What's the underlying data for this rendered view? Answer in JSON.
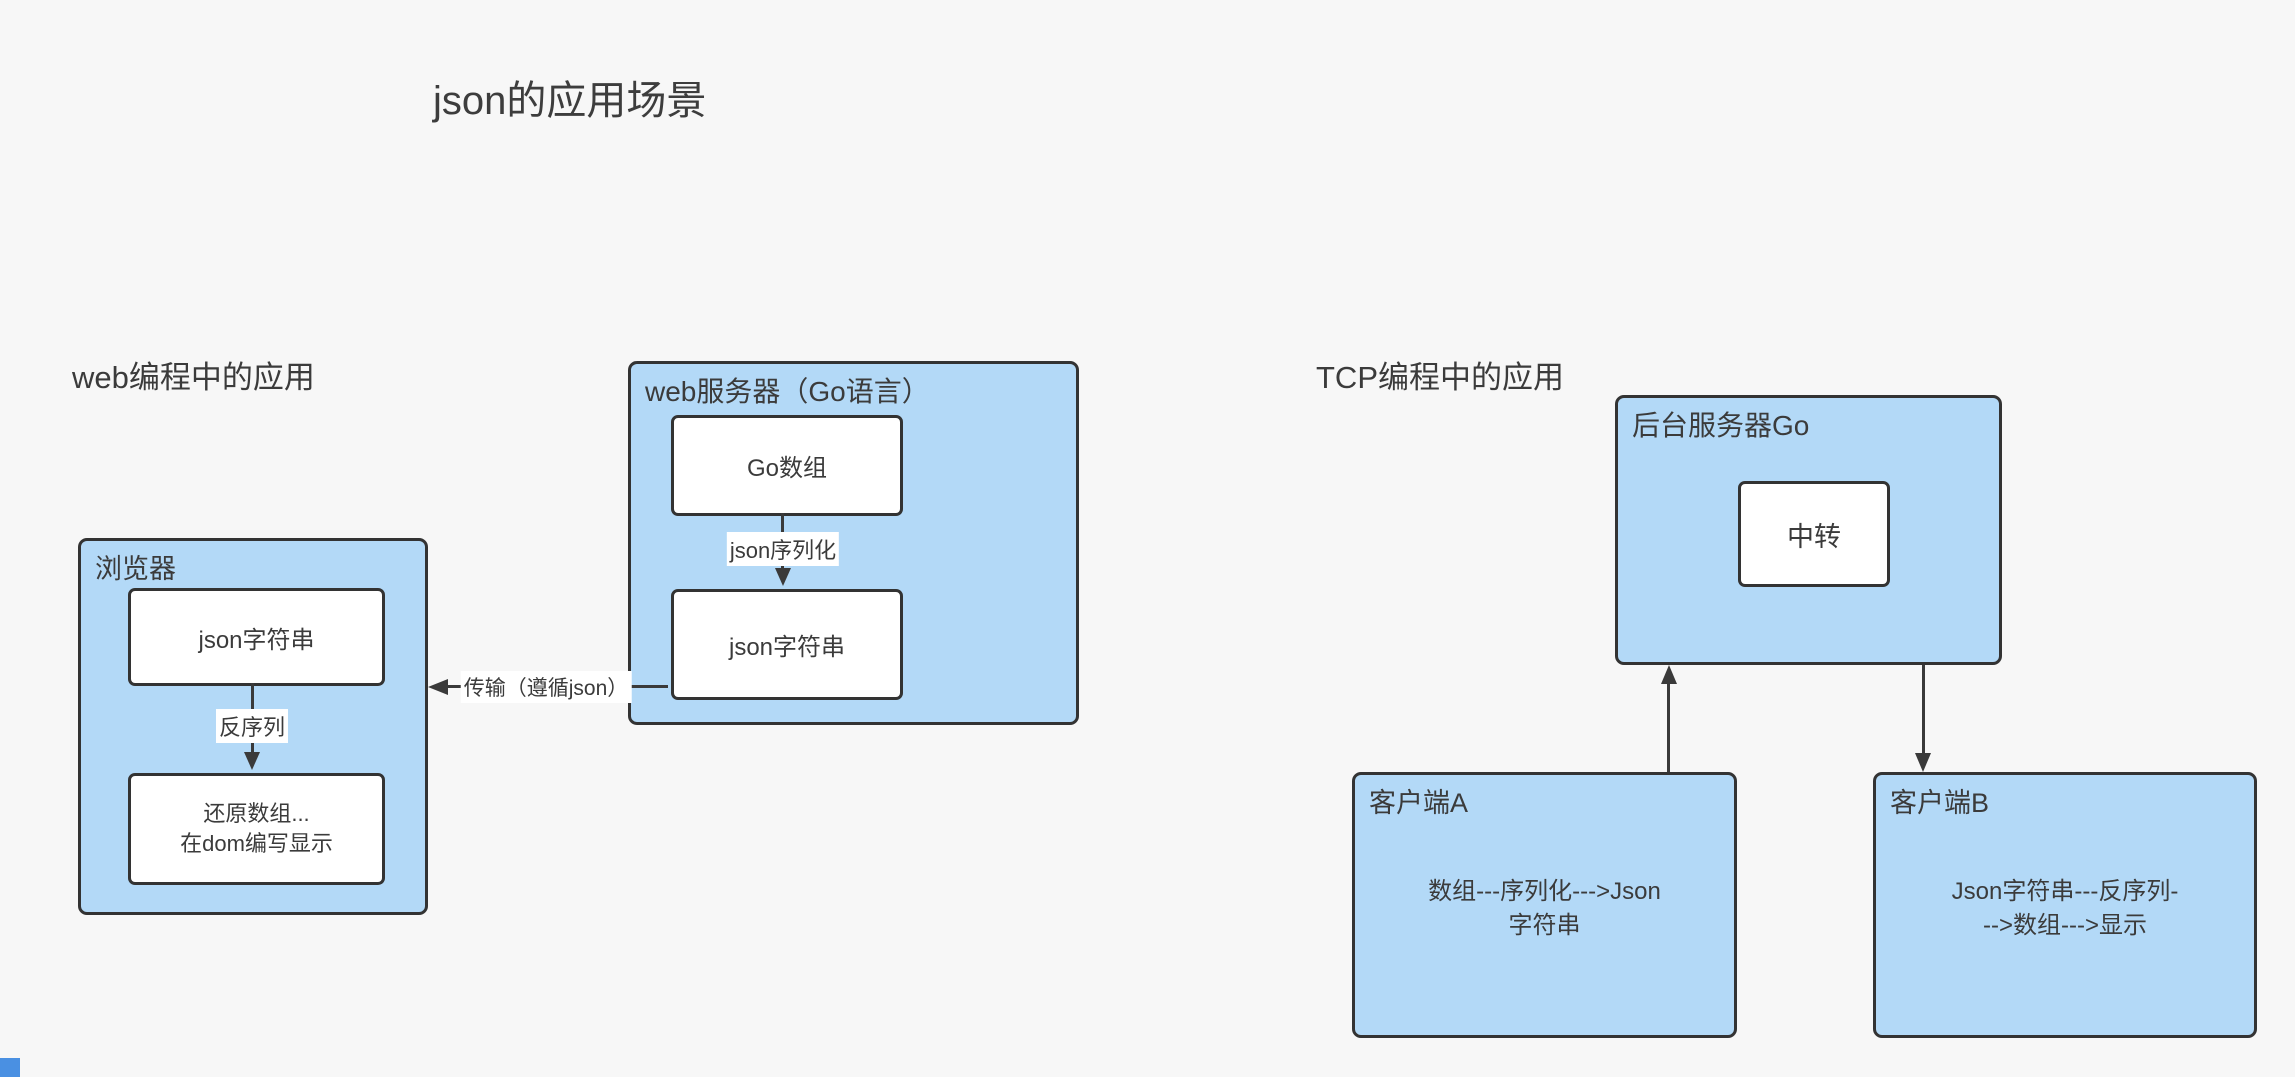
{
  "page": {
    "title": "json的应用场景"
  },
  "colors": {
    "canvas_background": "#f7f7f7",
    "container_fill": "#b3d9f7",
    "container_border": "#333333",
    "node_fill": "#ffffff",
    "connector": "#3a3a3a",
    "text": "#3b3b3b",
    "corner_square": "#4a90e2"
  },
  "sections": {
    "web": {
      "label": "web编程中的应用",
      "browser": {
        "title": "浏览器",
        "json_string_label": "json字符串",
        "arrow_label": "反序列",
        "restore_line1": "还原数组...",
        "restore_line2": "在dom编写显示"
      },
      "server": {
        "title": "web服务器（Go语言）",
        "go_array_label": "Go数组",
        "arrow_label": "json序列化",
        "json_string_label": "json字符串"
      },
      "transfer_label": "传输（遵循json）"
    },
    "tcp": {
      "label": "TCP编程中的应用",
      "server": {
        "title": "后台服务器Go",
        "relay_label": "中转"
      },
      "client_a": {
        "title": "客户端A",
        "body_line1": "数组---序列化--->Json",
        "body_line2": "字符串"
      },
      "client_b": {
        "title": "客户端B",
        "body_line1": "Json字符串---反序列-",
        "body_line2": "-->数组--->显示"
      }
    }
  }
}
